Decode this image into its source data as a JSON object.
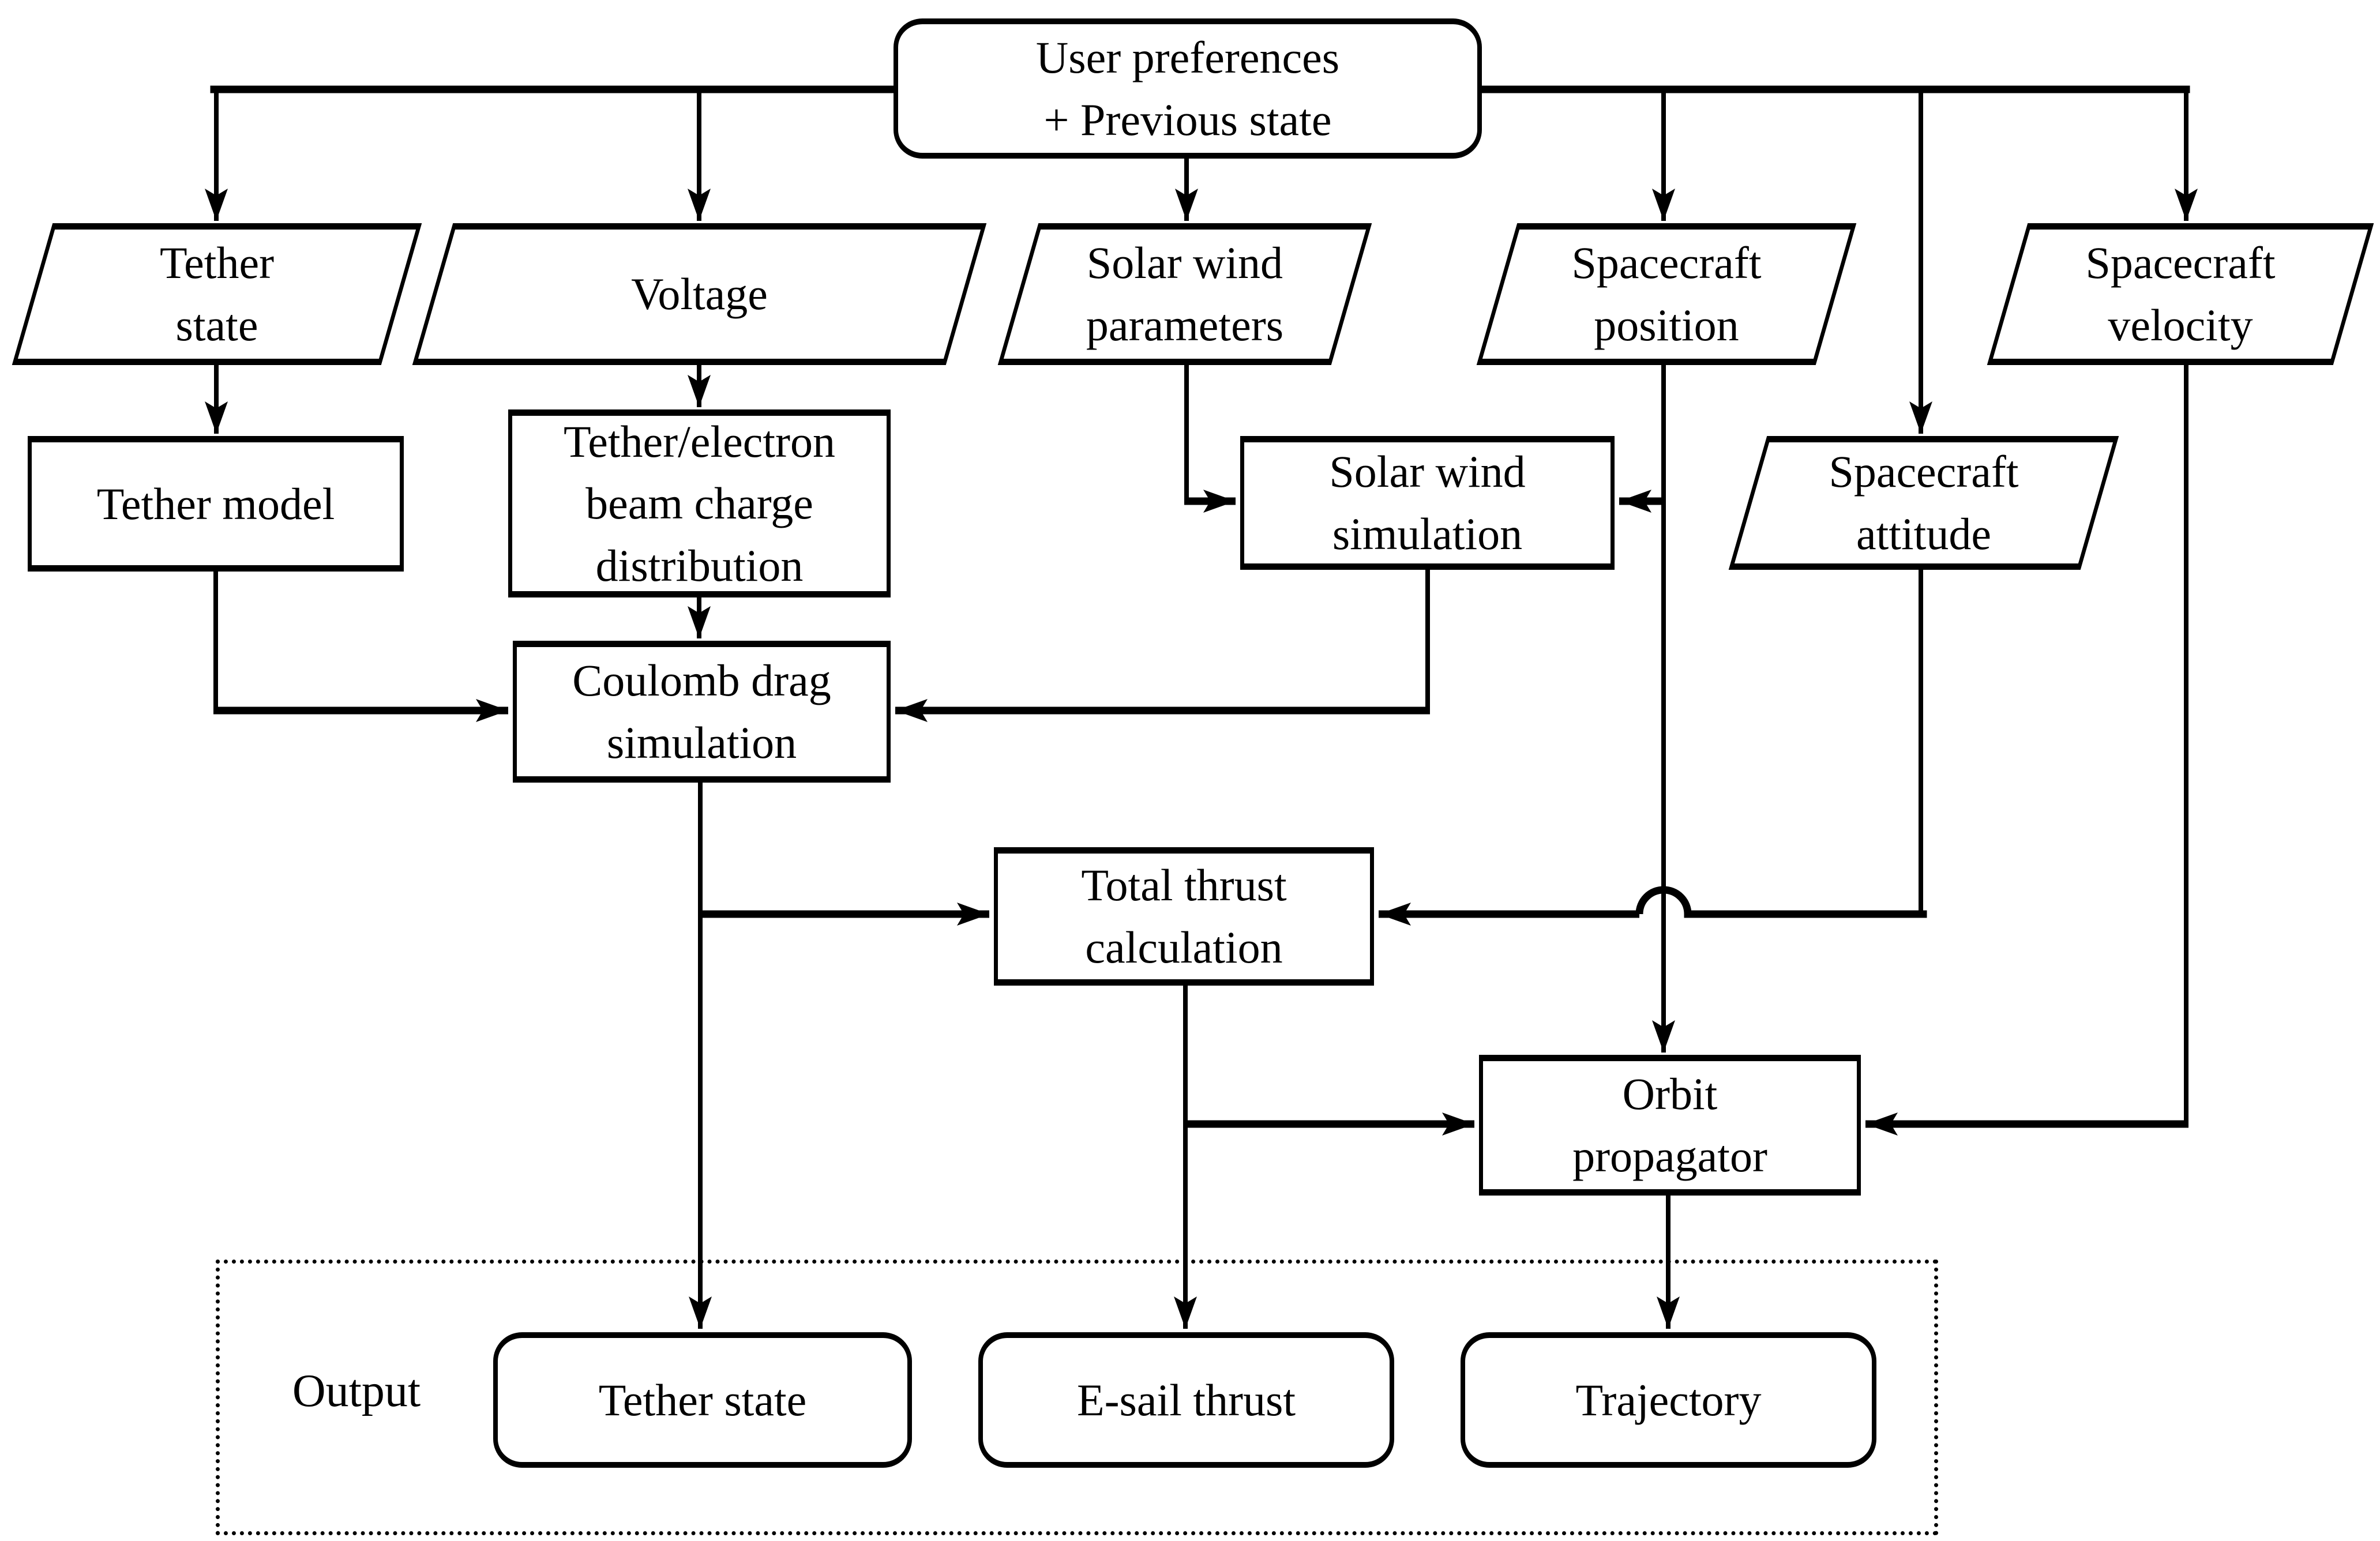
{
  "diagram": {
    "background_color": "#ffffff",
    "line_color": "#000000",
    "nodes": {
      "user_prefs": {
        "label": "User preferences\n+ Previous state",
        "shape": "rounded-rectangle",
        "role": "source"
      },
      "tether_state_in": {
        "label": "Tether\nstate",
        "shape": "parallelogram",
        "role": "input"
      },
      "voltage": {
        "label": "Voltage",
        "shape": "parallelogram",
        "role": "input"
      },
      "solar_wind_params": {
        "label": "Solar wind\nparameters",
        "shape": "parallelogram",
        "role": "input"
      },
      "sc_position": {
        "label": "Spacecraft\nposition",
        "shape": "parallelogram",
        "role": "input"
      },
      "sc_velocity": {
        "label": "Spacecraft\nvelocity",
        "shape": "parallelogram",
        "role": "input"
      },
      "sc_attitude": {
        "label": "Spacecraft\nattitude",
        "shape": "parallelogram",
        "role": "input"
      },
      "tether_model": {
        "label": "Tether model",
        "shape": "rectangle",
        "role": "process"
      },
      "charge_dist": {
        "label": "Tether/electron\nbeam charge\ndistribution",
        "shape": "rectangle",
        "role": "process"
      },
      "sw_sim": {
        "label": "Solar wind\nsimulation",
        "shape": "rectangle",
        "role": "process"
      },
      "coulomb": {
        "label": "Coulomb drag\nsimulation",
        "shape": "rectangle",
        "role": "process"
      },
      "total_thrust": {
        "label": "Total thrust\ncalculation",
        "shape": "rectangle",
        "role": "process"
      },
      "orbit_prop": {
        "label": "Orbit\npropagator",
        "shape": "rectangle",
        "role": "process"
      },
      "out_tether_state": {
        "label": "Tether state",
        "shape": "rounded-rectangle",
        "role": "output"
      },
      "out_esail": {
        "label": "E-sail thrust",
        "shape": "rounded-rectangle",
        "role": "output"
      },
      "out_trajectory": {
        "label": "Trajectory",
        "shape": "rounded-rectangle",
        "role": "output"
      }
    },
    "output_group": {
      "label": "Output",
      "border": "dotted"
    },
    "edges": [
      {
        "from": "user_prefs",
        "to": "tether_state_in"
      },
      {
        "from": "user_prefs",
        "to": "voltage"
      },
      {
        "from": "user_prefs",
        "to": "solar_wind_params"
      },
      {
        "from": "user_prefs",
        "to": "sc_position"
      },
      {
        "from": "user_prefs",
        "to": "sc_attitude"
      },
      {
        "from": "user_prefs",
        "to": "sc_velocity"
      },
      {
        "from": "tether_state_in",
        "to": "tether_model"
      },
      {
        "from": "voltage",
        "to": "charge_dist"
      },
      {
        "from": "solar_wind_params",
        "to": "sw_sim"
      },
      {
        "from": "sc_position",
        "to": "sw_sim"
      },
      {
        "from": "sc_position",
        "to": "orbit_prop"
      },
      {
        "from": "tether_model",
        "to": "coulomb"
      },
      {
        "from": "charge_dist",
        "to": "coulomb"
      },
      {
        "from": "sw_sim",
        "to": "coulomb"
      },
      {
        "from": "coulomb",
        "to": "total_thrust"
      },
      {
        "from": "coulomb",
        "to": "out_tether_state"
      },
      {
        "from": "sc_attitude",
        "to": "total_thrust",
        "crosses_over": "sc_position->orbit_prop",
        "crossing": "hop-arc"
      },
      {
        "from": "total_thrust",
        "to": "orbit_prop"
      },
      {
        "from": "total_thrust",
        "to": "out_esail"
      },
      {
        "from": "sc_velocity",
        "to": "orbit_prop"
      },
      {
        "from": "orbit_prop",
        "to": "out_trajectory"
      }
    ]
  }
}
